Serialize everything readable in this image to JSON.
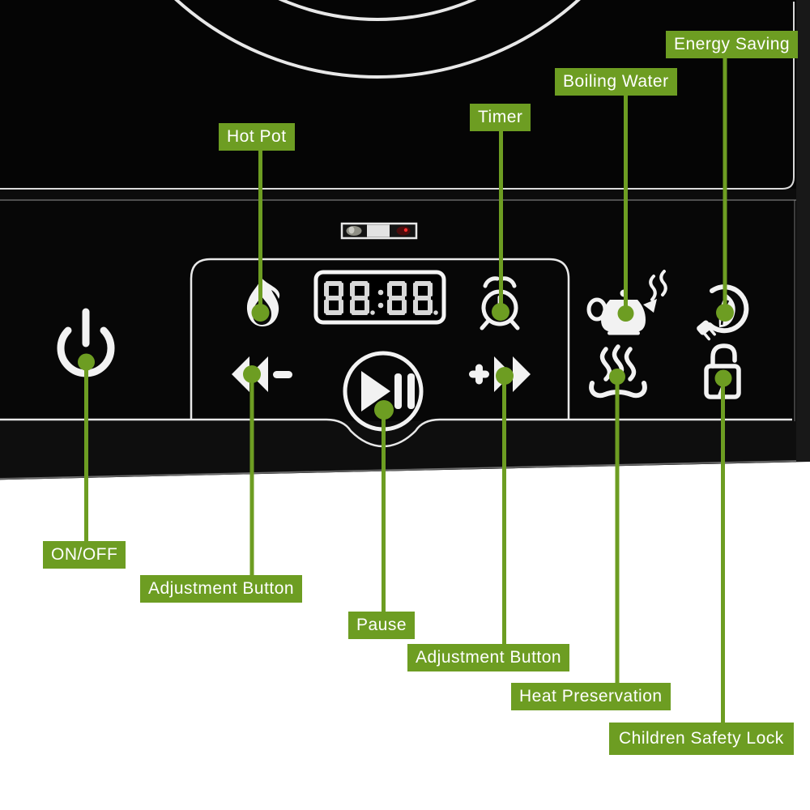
{
  "product": {
    "name": "induction-cooktop-control-panel",
    "scene": "annotated product feature diagram"
  },
  "colors": {
    "accent_green": "#6d9d22",
    "label_text": "#ffffff",
    "cooktop_black": "#070707",
    "icon_white": "#f2f2f2",
    "indicator_red": "#ff2a2a",
    "background": "#ffffff"
  },
  "display": {
    "value": "88:88",
    "decimal_points": [
      2,
      4
    ],
    "digit_color": "#d8d8d8"
  },
  "labels": {
    "hot_pot": "Hot Pot",
    "timer": "Timer",
    "boiling_water": "Boiling Water",
    "energy_saving": "Energy Saving",
    "on_off": "ON/OFF",
    "adjustment_left": "Adjustment Button",
    "pause": "Pause",
    "adjustment_right": "Adjustment Button",
    "heat_preservation": "Heat Preservation",
    "children_safety_lock": "Children Safety Lock"
  },
  "icons": [
    {
      "name": "power-icon",
      "feature": "ON/OFF"
    },
    {
      "name": "flame-icon",
      "feature": "Hot Pot"
    },
    {
      "name": "seven-segment-display",
      "feature": "Timer display"
    },
    {
      "name": "alarm-clock-icon",
      "feature": "Timer"
    },
    {
      "name": "kettle-icon",
      "feature": "Boiling Water"
    },
    {
      "name": "leaf-plug-icon",
      "feature": "Energy Saving"
    },
    {
      "name": "double-left-arrow-minus-icon",
      "feature": "Adjustment Button (decrease)"
    },
    {
      "name": "play-pause-icon",
      "feature": "Pause"
    },
    {
      "name": "plus-double-right-arrow-icon",
      "feature": "Adjustment Button (increase)"
    },
    {
      "name": "steam-dish-icon",
      "feature": "Heat Preservation"
    },
    {
      "name": "padlock-icon",
      "feature": "Children Safety Lock"
    },
    {
      "name": "indicator-lamp-strip",
      "feature": "status lamps"
    }
  ]
}
